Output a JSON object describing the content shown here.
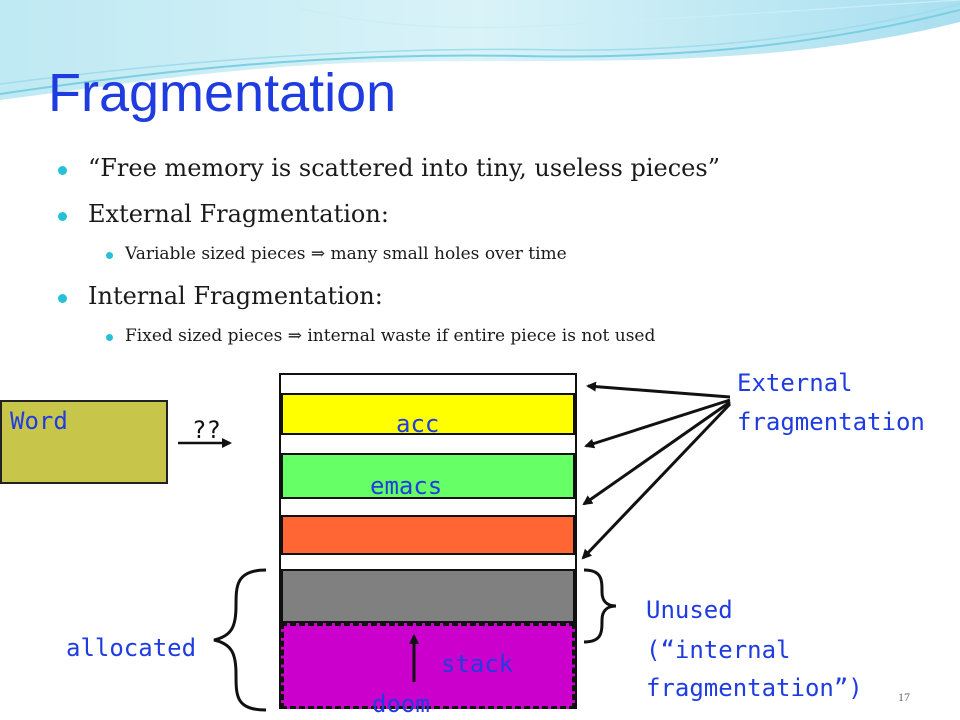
{
  "slide": {
    "title": "Fragmentation",
    "page_number": "17",
    "bullets": [
      {
        "level": 1,
        "text": "“Free memory is scattered into tiny, useless pieces”"
      },
      {
        "level": 1,
        "text": "External Fragmentation:"
      },
      {
        "level": 2,
        "text": "Variable sized pieces ⇒ many small holes over time"
      },
      {
        "level": 1,
        "text": "Internal Fragmentation:"
      },
      {
        "level": 2,
        "text": "Fixed sized pieces ⇒ internal waste if entire piece is not used"
      }
    ]
  },
  "diagram": {
    "word_label": "Word",
    "question_label": "??",
    "segments": [
      "acc",
      "emacs",
      "stack",
      "doom"
    ],
    "external_label": [
      "External",
      "fragmentation"
    ],
    "unused_label": [
      "Unused",
      "(“internal",
      "fragmentation”)"
    ],
    "allocated_label": "allocated"
  },
  "colors": {
    "title": "#1f3ce0",
    "bullet_dot": "#26c1d8",
    "label_text": "#1f3ce0",
    "acc": "#ffff00",
    "emacs": "#66ff66",
    "orange_block": "#ff6633",
    "gray_block": "#808080",
    "stack_doom": "#cc00cc",
    "word_box": "#c8c64a"
  }
}
